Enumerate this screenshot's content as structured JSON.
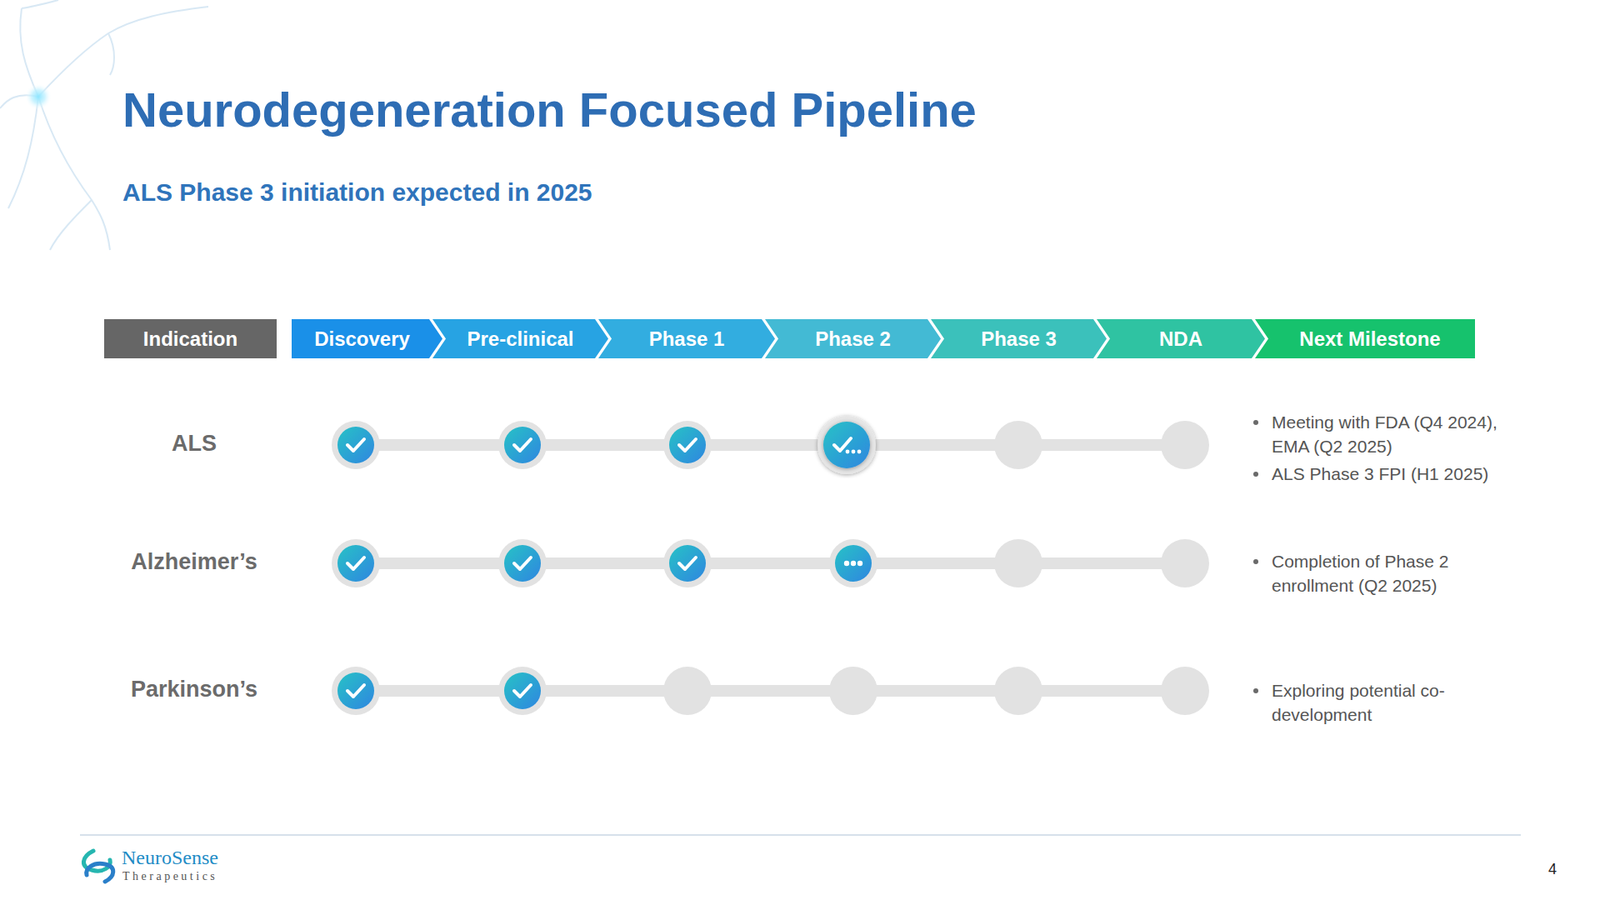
{
  "diagram": {
    "title": "Neurodegeneration Focused Pipeline",
    "nodes": [
      {
        "text": [
          "Indication"
        ]
      },
      {
        "text": [
          "Discovery"
        ]
      },
      {
        "text": [
          "Pre-clinical"
        ]
      },
      {
        "text": [
          "Phase 1"
        ]
      },
      {
        "text": [
          "Phase 2"
        ]
      },
      {
        "text": [
          "Phase 3"
        ]
      },
      {
        "text": [
          "NDA"
        ]
      },
      {
        "text": [
          "Next Milestone"
        ]
      }
    ],
    "labels": [
      "ALS Phase 3 initiation expected in 2025",
      "ALS",
      "Alzheimer’s",
      "Parkinson’s",
      "Meeting with FDA (Q4 2024), EMA (Q2 2025)",
      "ALS Phase 3 FPI (H1 2025)",
      "Completion of Phase 2 enrollment (Q2 2025)",
      "Exploring potential co-development",
      "NeuroSense",
      "Therapeutics",
      "4"
    ]
  }
}
